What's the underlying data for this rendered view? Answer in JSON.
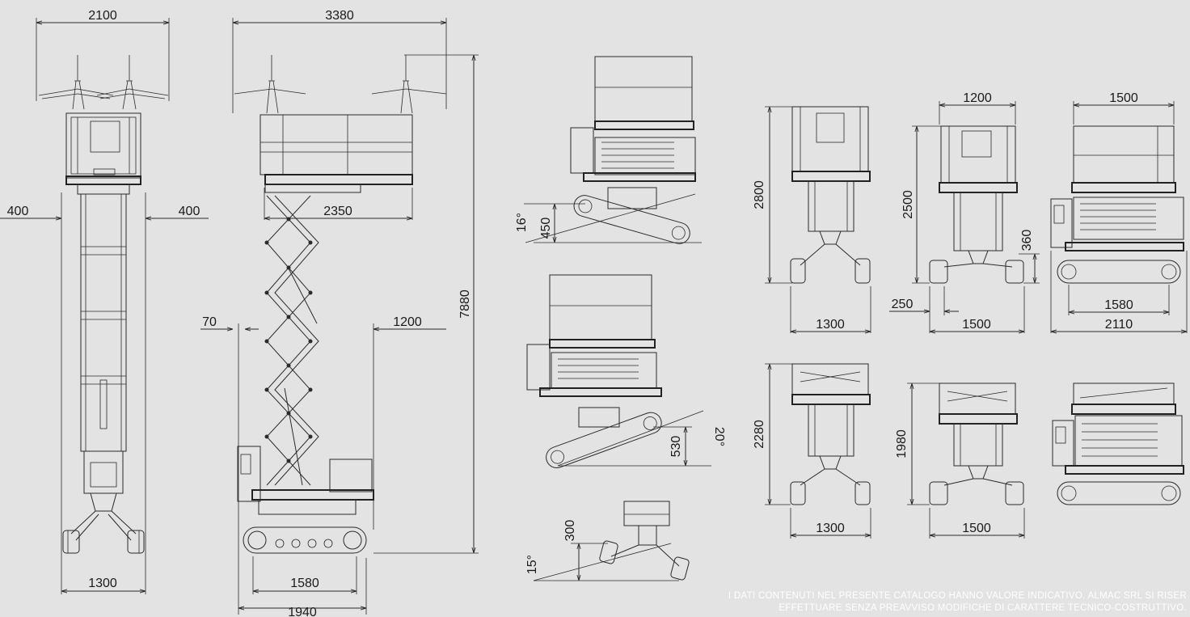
{
  "dimensions": {
    "front_view": {
      "width": "2100",
      "outreach_left": "400",
      "outreach_right": "400",
      "base_width": "1300"
    },
    "side_view": {
      "total_length": "3380",
      "platform_length": "2350",
      "rear_offset": "70",
      "front_offset": "1200",
      "height": "7880",
      "track_length": "1580",
      "base_length": "1940"
    },
    "slope_views": {
      "angle_a": "16°",
      "height_a": "450",
      "angle_b": "20°",
      "height_b": "530",
      "angle_c": "15°",
      "height_c": "300"
    },
    "small_views": {
      "front_1": {
        "height": "2800",
        "width": "1300"
      },
      "front_2": {
        "top_width": "1200",
        "height": "2500",
        "offset": "250",
        "width": "1500",
        "ground_clearance": "360"
      },
      "side_1": {
        "top_width": "1500",
        "track_length": "1580",
        "total_length": "2110"
      },
      "front_3": {
        "height": "2280",
        "width": "1300"
      },
      "front_4": {
        "height": "1980",
        "width": "1500"
      }
    }
  },
  "disclaimer": {
    "line1": "I DATI CONTENUTI NEL PRESENTE CATALOGO HANNO VALORE INDICATIVO. ALMAC SRL SI RISER",
    "line2": "EFFETTUARE SENZA PREAVVISO MODIFICHE DI CARATTERE TECNICO-COSTRUTTIVO."
  },
  "colors": {
    "background": "#e3e3e3",
    "line": "#2a2a2a",
    "disclaimer_text": "#ffffff"
  }
}
